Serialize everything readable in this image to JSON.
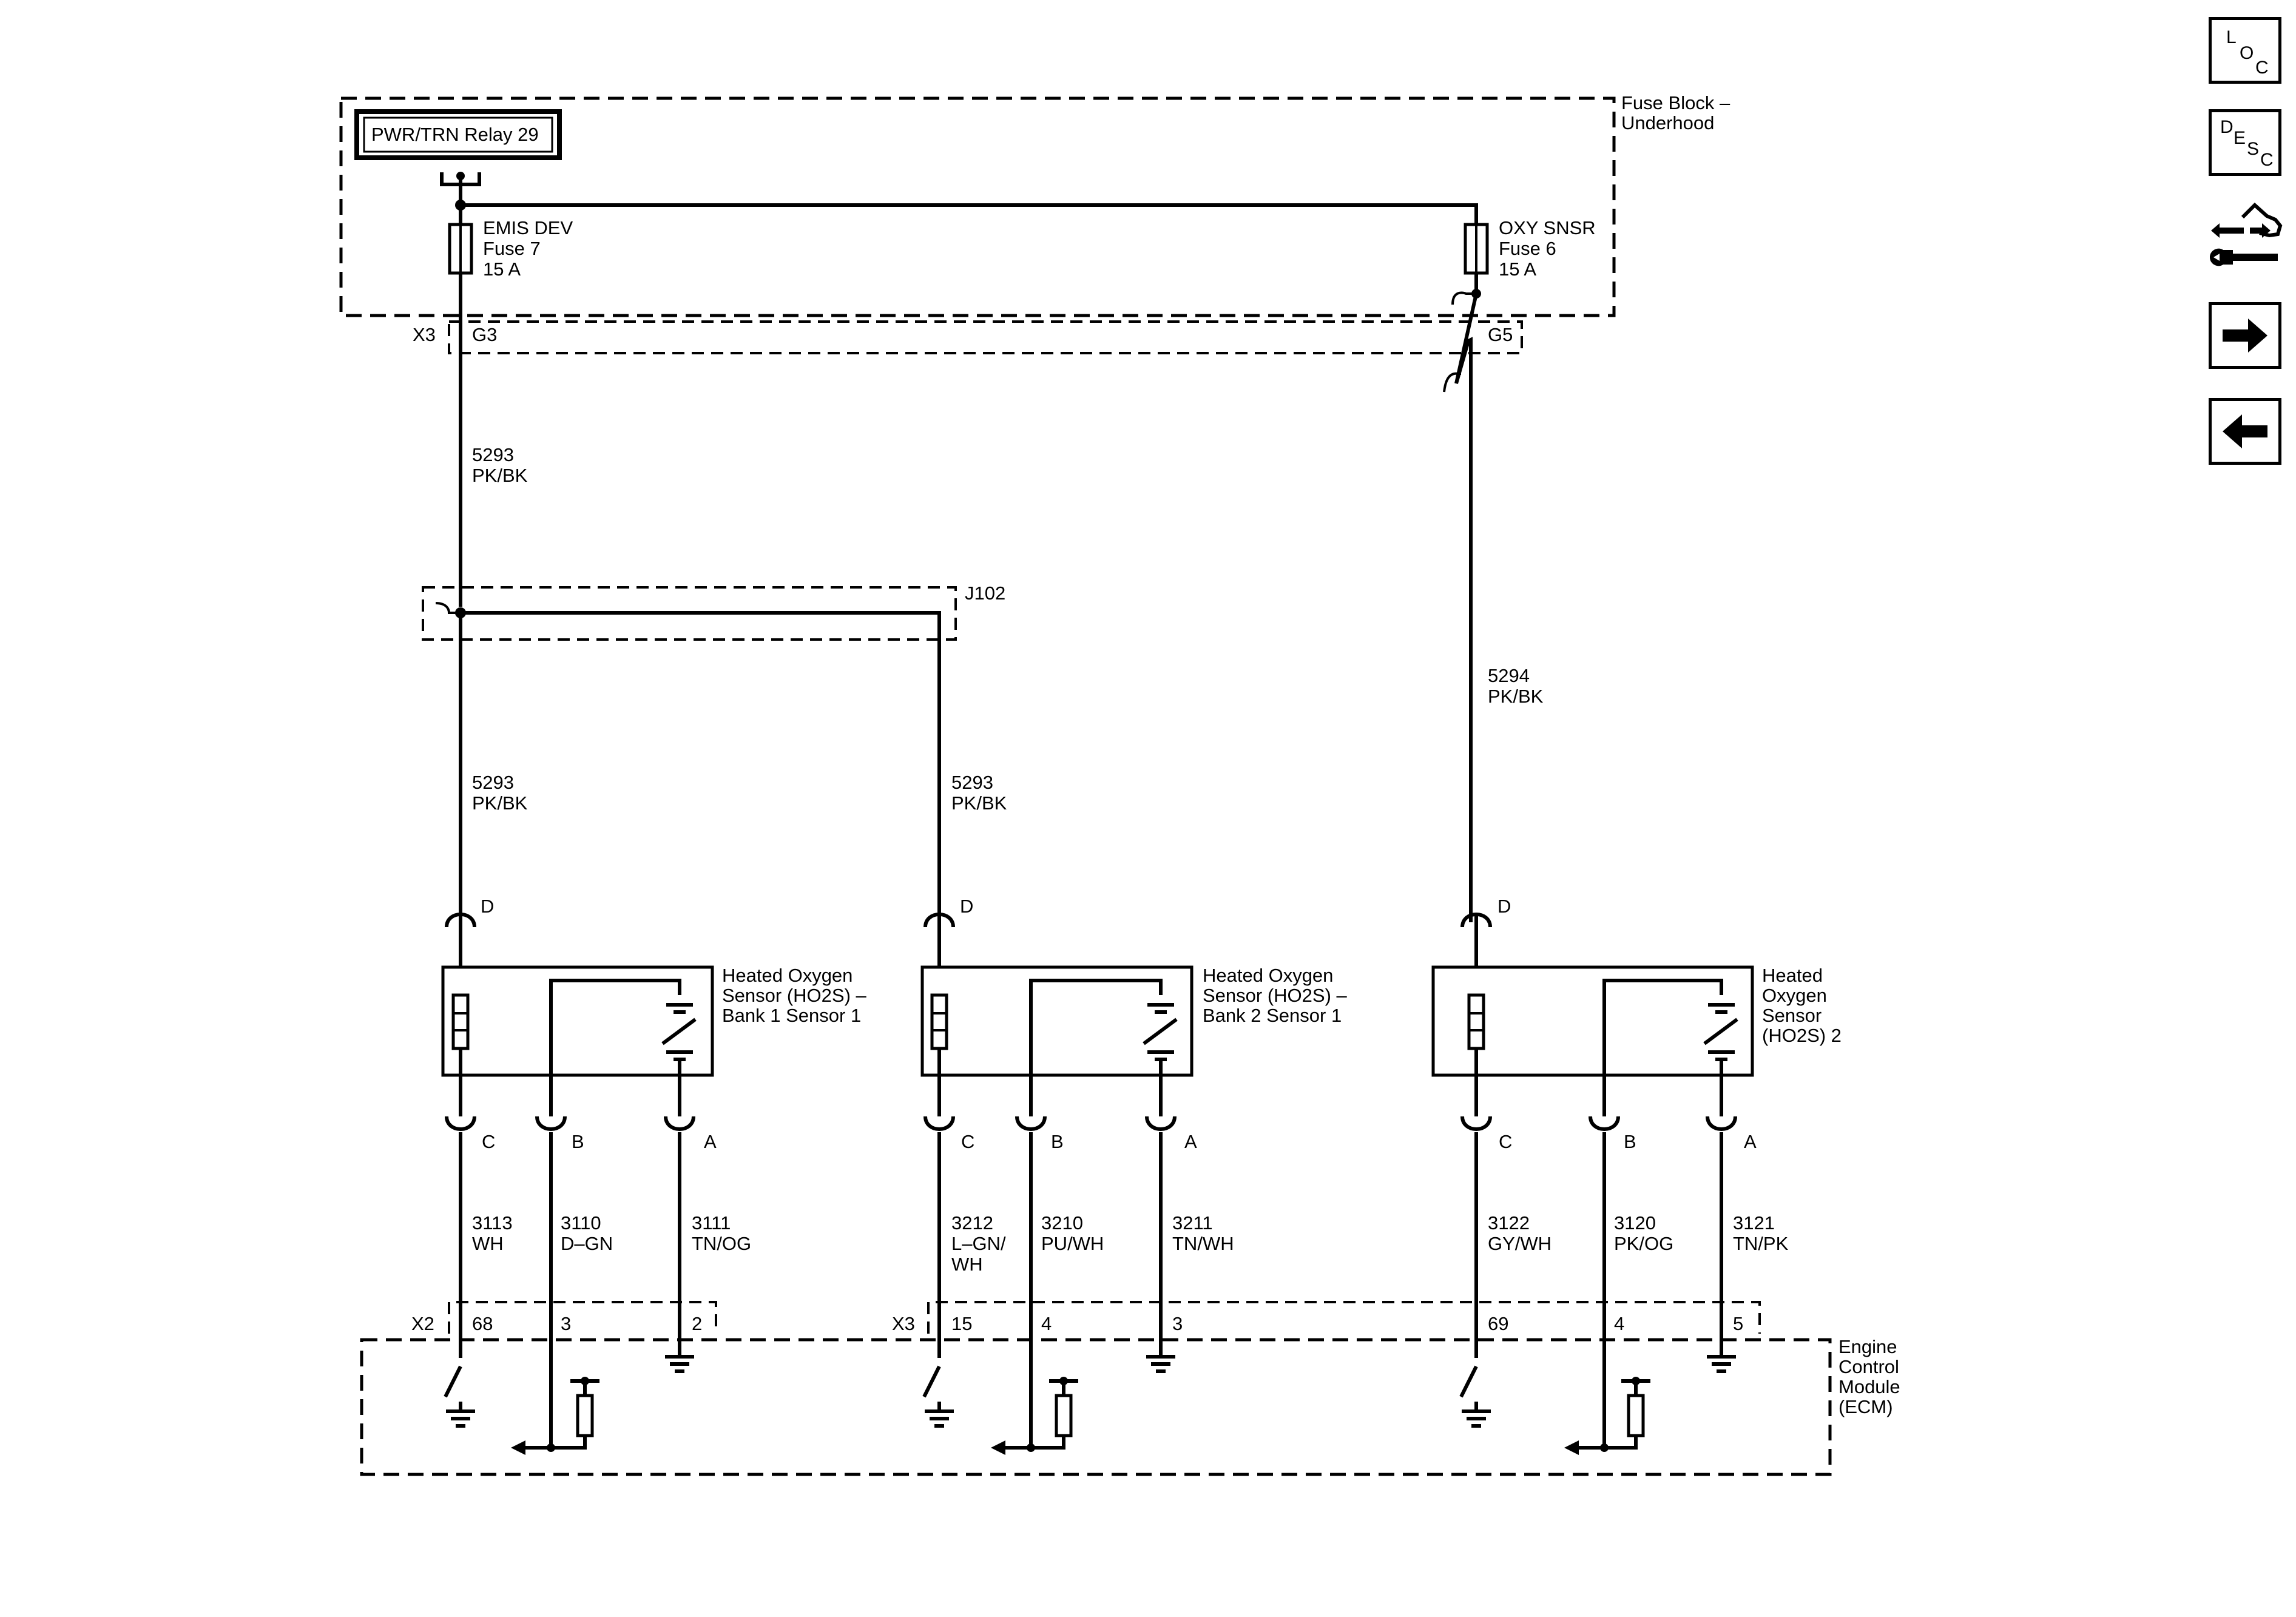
{
  "fuse_block": {
    "label_line1": "Fuse Block –",
    "label_line2": "Underhood",
    "relay": "PWR/TRN Relay 29",
    "fuse7": {
      "name": "EMIS DEV",
      "number": "Fuse 7",
      "rating": "15 A"
    },
    "fuse6": {
      "name": "OXY SNSR",
      "number": "Fuse 6",
      "rating": "15 A"
    },
    "connector": "X3",
    "pin_g3": "G3",
    "pin_g5": "G5"
  },
  "splice": "J102",
  "wires": {
    "w5293": {
      "circuit": "5293",
      "color": "PK/BK"
    },
    "w5294": {
      "circuit": "5294",
      "color": "PK/BK"
    },
    "b1s1_c": {
      "circuit": "3113",
      "color": "WH"
    },
    "b1s1_b": {
      "circuit": "3110",
      "color": "D–GN"
    },
    "b1s1_a": {
      "circuit": "3111",
      "color": "TN/OG"
    },
    "b2s1_c": {
      "circuit": "3212",
      "color": "L–GN/",
      "color2": "WH"
    },
    "b2s1_b": {
      "circuit": "3210",
      "color": "PU/WH"
    },
    "b2s1_a": {
      "circuit": "3211",
      "color": "TN/WH"
    },
    "s2_c": {
      "circuit": "3122",
      "color": "GY/WH"
    },
    "s2_b": {
      "circuit": "3120",
      "color": "PK/OG"
    },
    "s2_a": {
      "circuit": "3121",
      "color": "TN/PK"
    }
  },
  "sensors": {
    "b1s1": {
      "line1": "Heated Oxygen",
      "line2": "Sensor (HO2S)  –",
      "line3": "Bank 1 Sensor 1"
    },
    "b2s1": {
      "line1": "Heated Oxygen",
      "line2": "Sensor (HO2S)  –",
      "line3": "Bank 2 Sensor 1"
    },
    "s2": {
      "line1": "Heated",
      "line2": "Oxygen",
      "line3": "Sensor",
      "line4": "(HO2S) 2"
    }
  },
  "pins": {
    "d": "D",
    "c": "C",
    "b": "B",
    "a": "A"
  },
  "ecm": {
    "line1": "Engine",
    "line2": "Control",
    "line3": "Module",
    "line4": "(ECM)",
    "conn_x2": "X2",
    "conn_x3": "X3",
    "pins_x2": [
      "68",
      "3",
      "2"
    ],
    "pins_x3": [
      "15",
      "4",
      "3",
      "69",
      "4",
      "5"
    ]
  },
  "nav": {
    "loc": {
      "l": "L",
      "o": "O",
      "c": "C"
    },
    "desc": {
      "d": "D",
      "e": "E",
      "s": "S",
      "c": "C"
    },
    "icons": [
      "loc-icon",
      "desc-icon",
      "connector-tool-icon",
      "next-arrow-icon",
      "prev-arrow-icon"
    ]
  }
}
